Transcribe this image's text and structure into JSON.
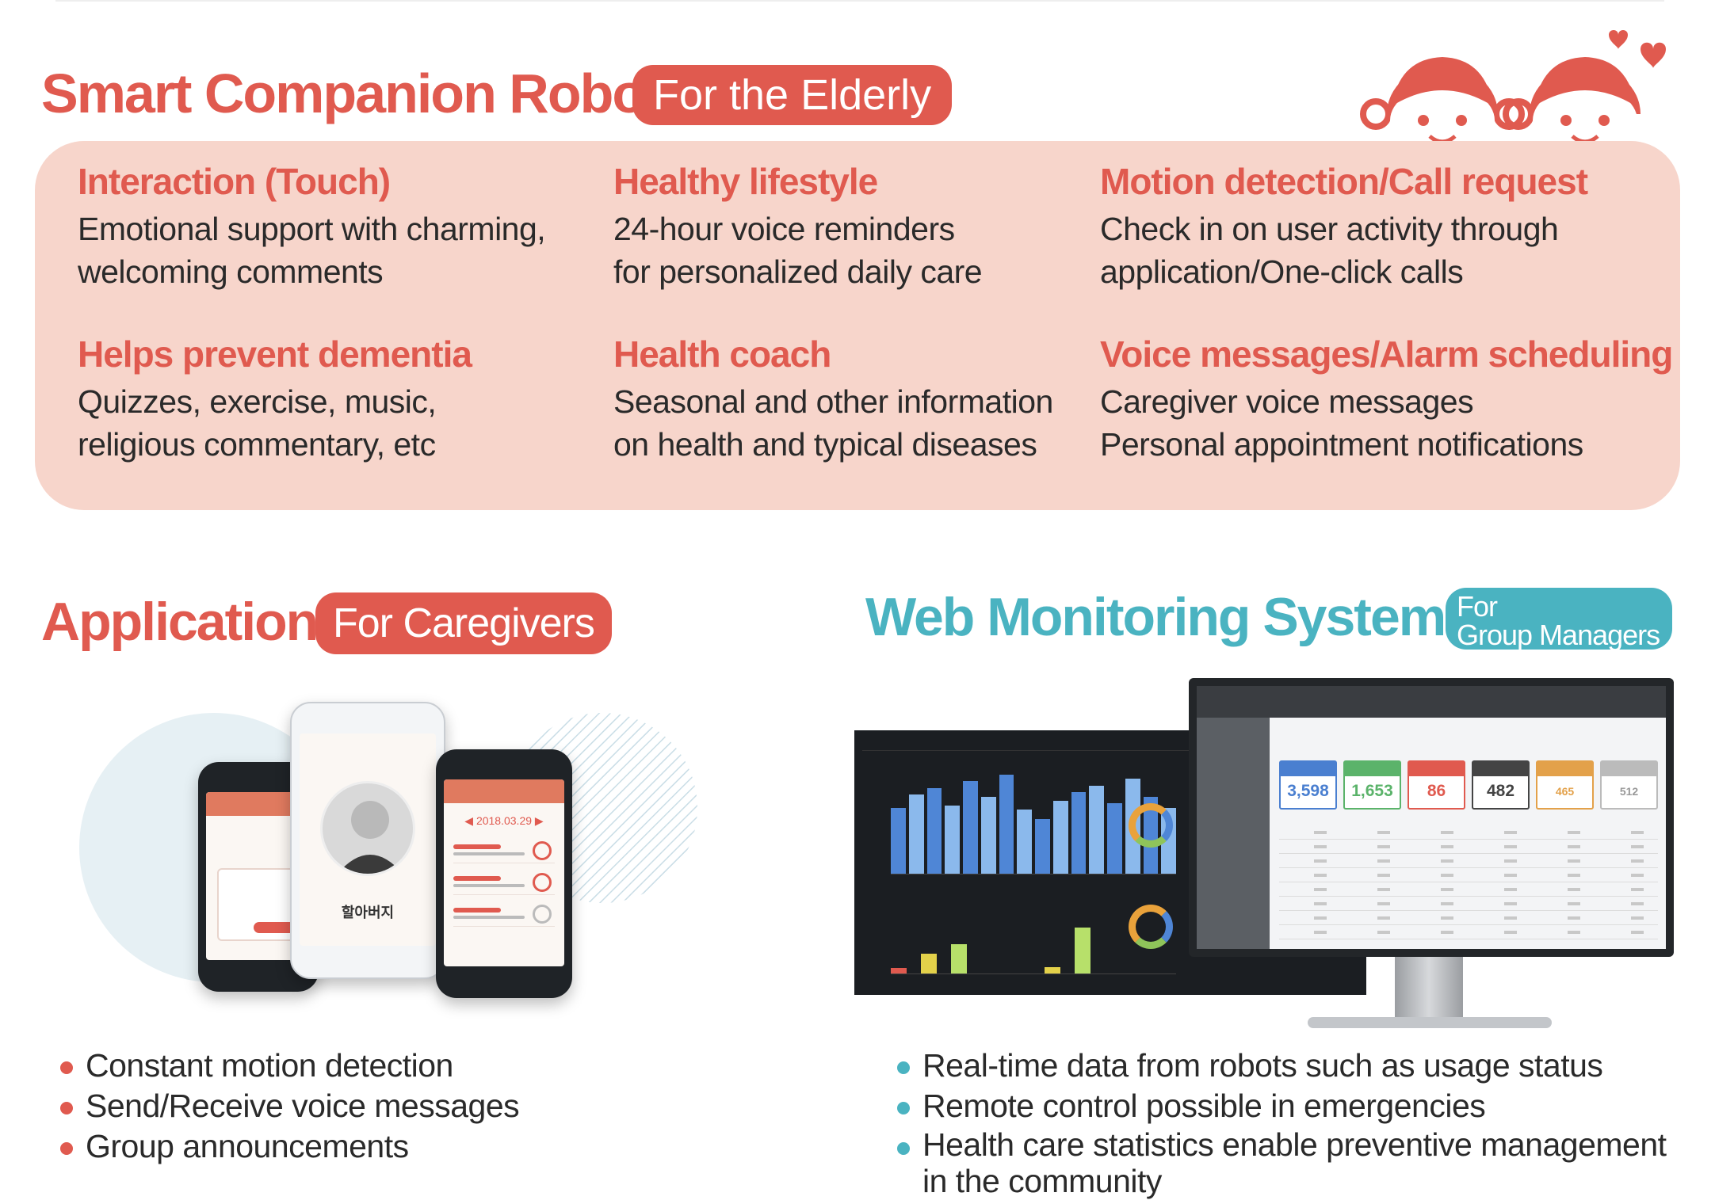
{
  "header": {
    "title": "Smart Companion Robot",
    "badge": "For the Elderly"
  },
  "features": [
    {
      "title": "Interaction (Touch)",
      "line1": "Emotional support with charming,",
      "line2": "welcoming comments"
    },
    {
      "title": "Healthy lifestyle",
      "line1": "24-hour voice reminders",
      "line2": "for personalized daily care"
    },
    {
      "title": "Motion detection/Call request",
      "line1": "Check in on user activity through",
      "line2": "application/One-click calls"
    },
    {
      "title": "Helps prevent dementia",
      "line1": "Quizzes, exercise, music,",
      "line2": "religious commentary, etc"
    },
    {
      "title": "Health coach",
      "line1": "Seasonal and other information",
      "line2": "on health and typical diseases"
    },
    {
      "title": "Voice messages/Alarm scheduling",
      "line1": "Caregiver voice messages",
      "line2": "Personal appointment notifications"
    }
  ],
  "application": {
    "title": "Application",
    "badge": "For Caregivers",
    "phone_date": "◀ 2018.03.29 ▶",
    "bullets": [
      "Constant motion detection",
      "Send/Receive voice messages",
      "Group announcements"
    ]
  },
  "web": {
    "title": "Web Monitoring System",
    "badge_line1": "For",
    "badge_line2": "Group Managers",
    "kpis": [
      {
        "value": "3,598",
        "color": "#4a7fd0"
      },
      {
        "value": "1,653",
        "color": "#5bb36a"
      },
      {
        "value": "86",
        "color": "#e05a4f"
      },
      {
        "value": "482",
        "color": "#444444"
      },
      {
        "value": "465",
        "color": "#e3a14a"
      },
      {
        "value": "512",
        "color": "#999999"
      }
    ],
    "bullets": [
      "Real-time data from robots such as usage status",
      "Remote control possible in emergencies",
      "Health care statistics enable preventive management in the community"
    ]
  },
  "colors": {
    "accent_red": "#e05a4f",
    "accent_teal": "#4ab3c1",
    "panel_bg": "#f7d5cb"
  }
}
